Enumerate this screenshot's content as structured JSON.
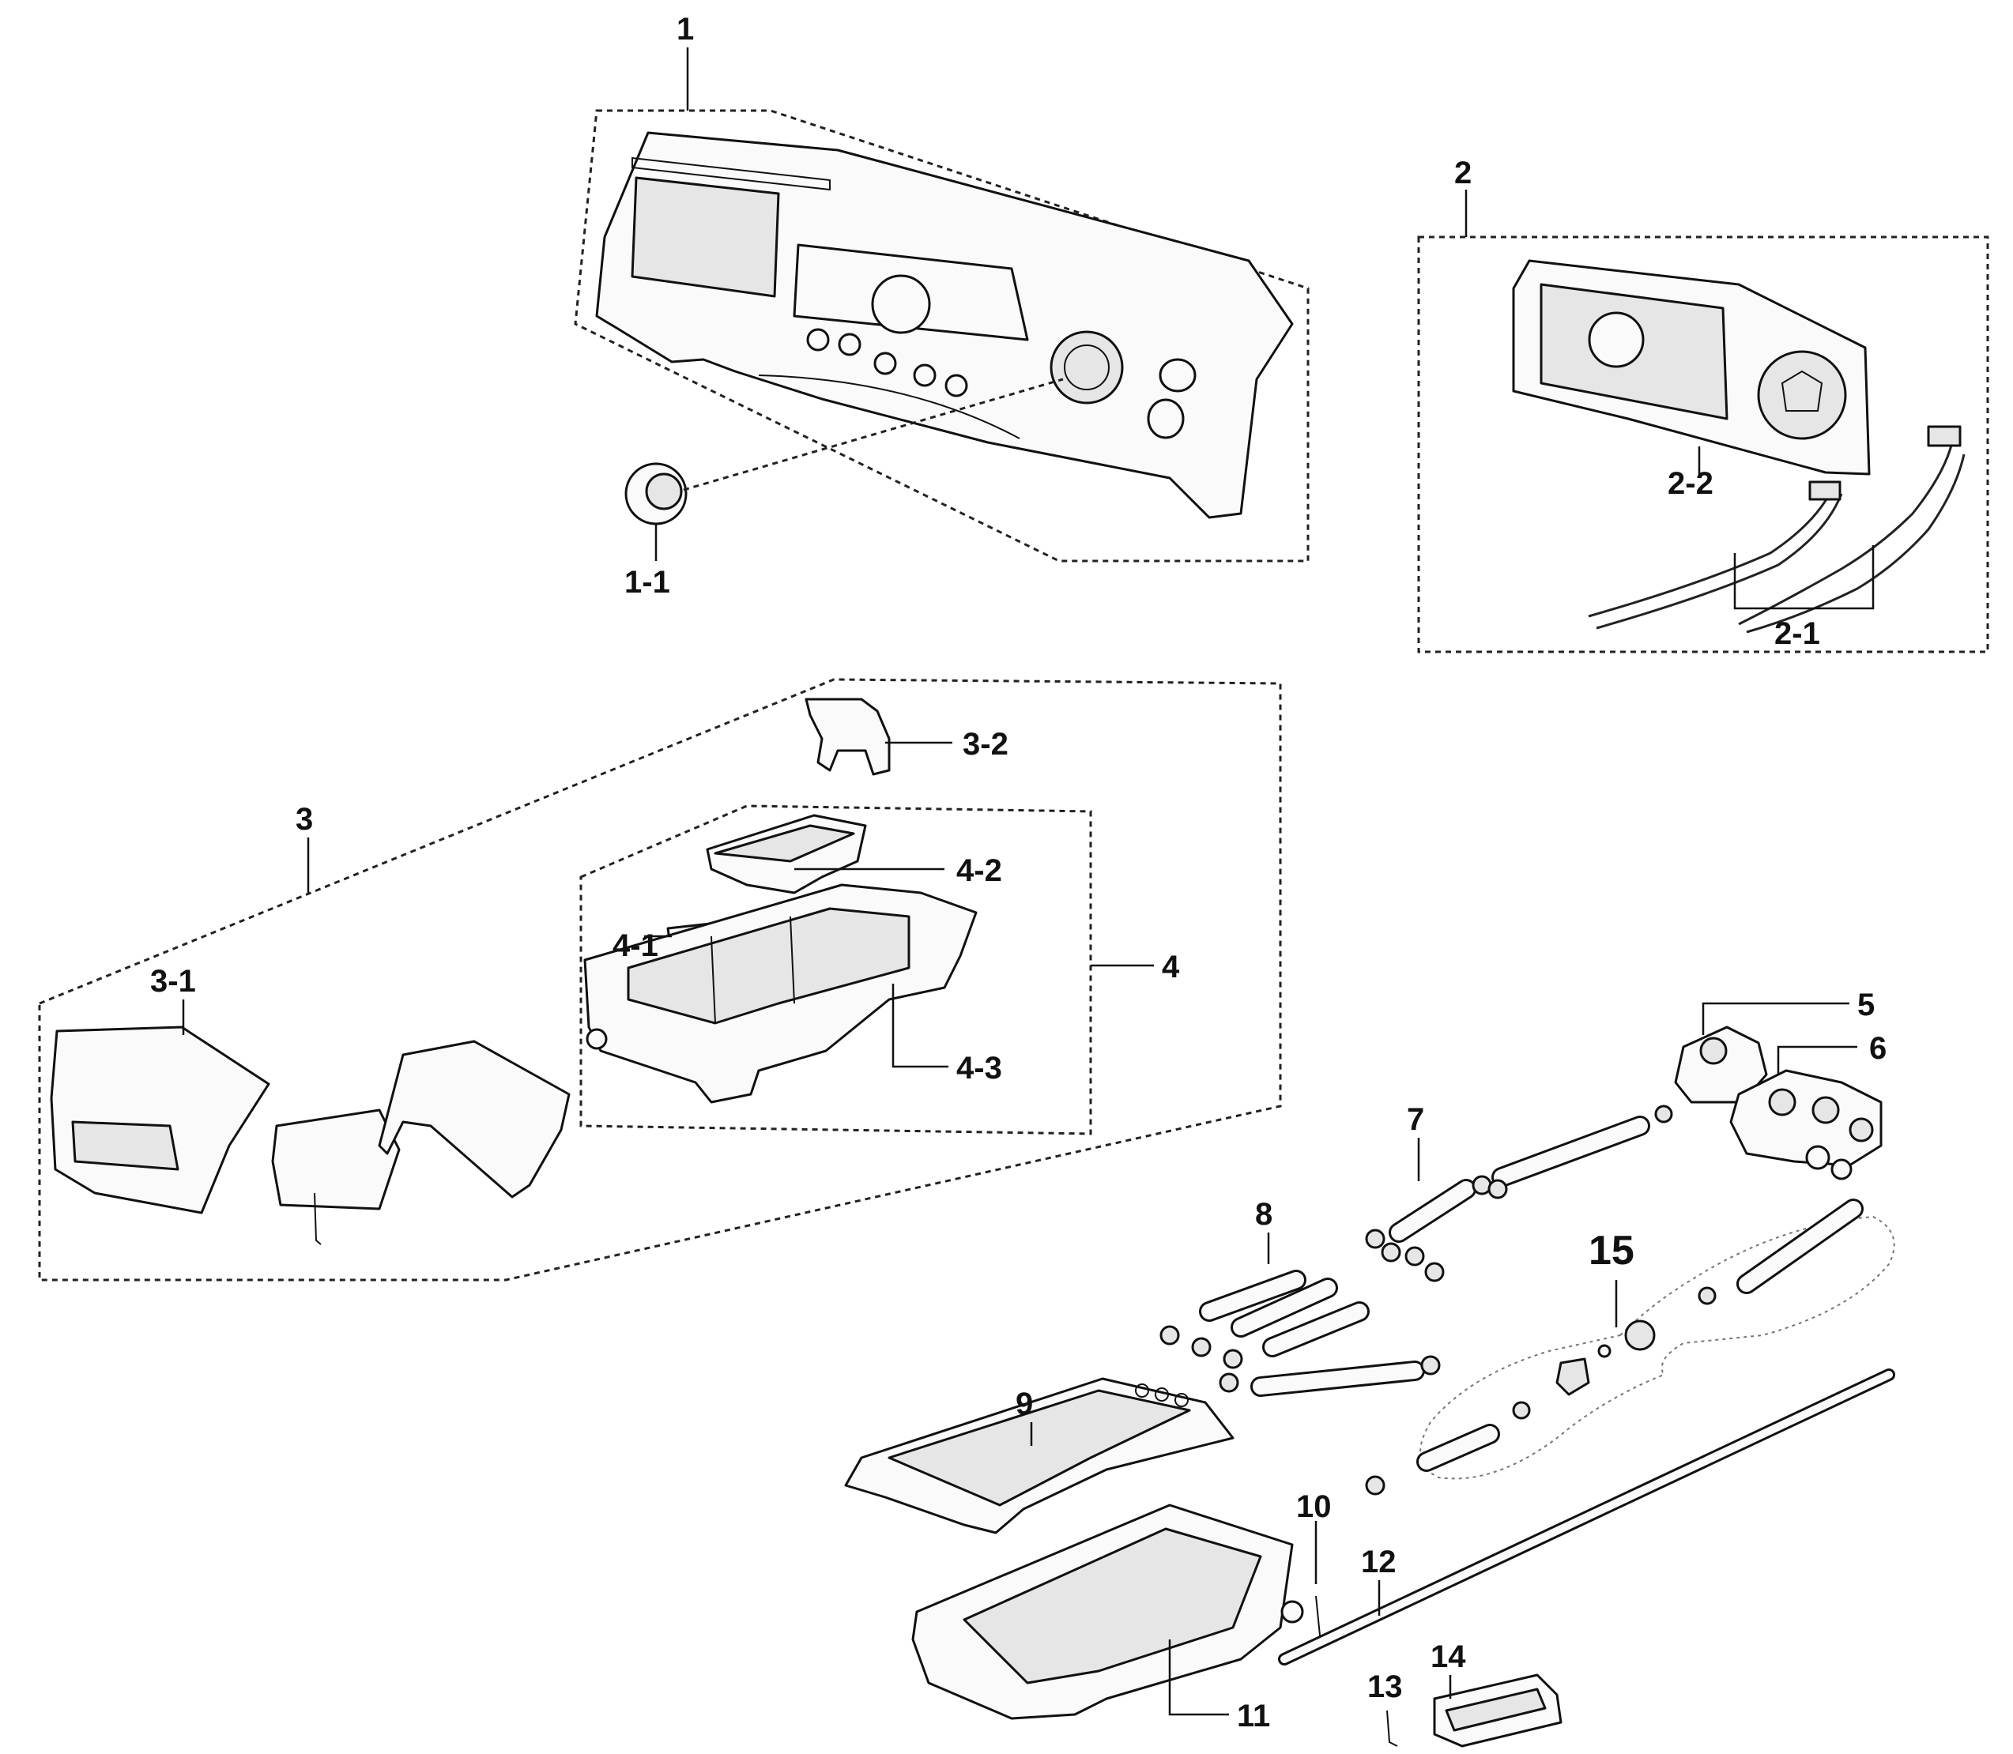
{
  "callouts": {
    "c1": "1",
    "c1_1": "1-1",
    "c2": "2",
    "c2_1": "2-1",
    "c2_2": "2-2",
    "c3": "3",
    "c3_1": "3-1",
    "c3_2": "3-2",
    "c4": "4",
    "c4_1": "4-1",
    "c4_2": "4-2",
    "c4_3": "4-3",
    "c5": "5",
    "c6": "6",
    "c7": "7",
    "c8": "8",
    "c9": "9",
    "c10": "10",
    "c11": "11",
    "c12": "12",
    "c13": "13",
    "c14": "14",
    "c15": "15"
  },
  "colors": {
    "line": "#111111",
    "background": "#ffffff"
  }
}
